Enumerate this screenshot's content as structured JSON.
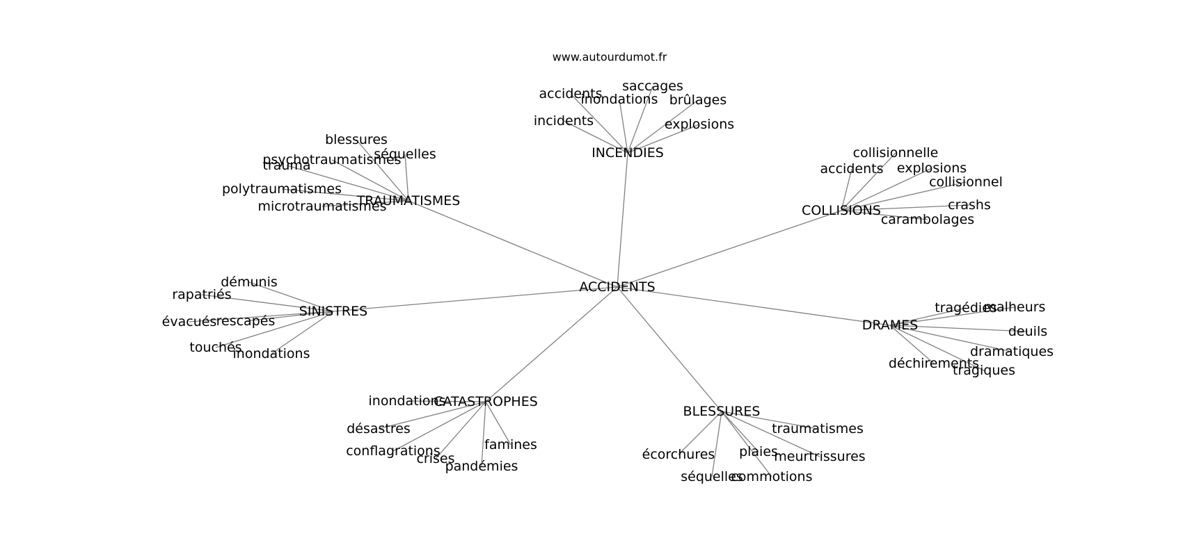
{
  "site": "www.autourdumot.fr",
  "colors": {
    "edge": "#808080",
    "text": "#000000",
    "background": "#ffffff"
  },
  "root": "ACCIDENTS",
  "clusters": [
    {
      "id": "incendies",
      "label": "INCENDIES",
      "leaves": [
        {
          "id": "accidents",
          "label": "accidents"
        },
        {
          "id": "inondations",
          "label": "inondations"
        },
        {
          "id": "saccages",
          "label": "saccages"
        },
        {
          "id": "brulages",
          "label": "brûlages"
        },
        {
          "id": "incidents",
          "label": "incidents"
        },
        {
          "id": "explosions",
          "label": "explosions"
        }
      ]
    },
    {
      "id": "traumatismes",
      "label": "TRAUMATISMES",
      "leaves": [
        {
          "id": "blessures",
          "label": "blessures"
        },
        {
          "id": "psychotraumatismes",
          "label": "psychotraumatismes"
        },
        {
          "id": "trauma",
          "label": "trauma"
        },
        {
          "id": "sequelles",
          "label": "séquelles"
        },
        {
          "id": "polytraumatismes",
          "label": "polytraumatismes"
        },
        {
          "id": "microtraumatismes",
          "label": "microtraumatismes"
        }
      ]
    },
    {
      "id": "collisions",
      "label": "COLLISIONS",
      "leaves": [
        {
          "id": "collisionnelle",
          "label": "collisionnelle"
        },
        {
          "id": "accidents",
          "label": "accidents"
        },
        {
          "id": "explosions",
          "label": "explosions"
        },
        {
          "id": "collisionnel",
          "label": "collisionnel"
        },
        {
          "id": "crashs",
          "label": "crashs"
        },
        {
          "id": "carambolages",
          "label": "carambolages"
        }
      ]
    },
    {
      "id": "sinistres",
      "label": "SINISTRES",
      "leaves": [
        {
          "id": "demunis",
          "label": "démunis"
        },
        {
          "id": "rapatries",
          "label": "rapatriés"
        },
        {
          "id": "evacues",
          "label": "évacués"
        },
        {
          "id": "rescapes",
          "label": "rescapés"
        },
        {
          "id": "touches",
          "label": "touchés"
        },
        {
          "id": "inondations",
          "label": "inondations"
        }
      ]
    },
    {
      "id": "drames",
      "label": "DRAMES",
      "leaves": [
        {
          "id": "tragedies",
          "label": "tragédies"
        },
        {
          "id": "malheurs",
          "label": "malheurs"
        },
        {
          "id": "deuils",
          "label": "deuils"
        },
        {
          "id": "dramatiques",
          "label": "dramatiques"
        },
        {
          "id": "dechirements",
          "label": "déchirements"
        },
        {
          "id": "tragiques",
          "label": "tragiques"
        }
      ]
    },
    {
      "id": "catastrophes",
      "label": "CATASTROPHES",
      "leaves": [
        {
          "id": "inondations",
          "label": "inondations"
        },
        {
          "id": "desastres",
          "label": "désastres"
        },
        {
          "id": "conflagrations",
          "label": "conflagrations"
        },
        {
          "id": "crises",
          "label": "crises"
        },
        {
          "id": "famines",
          "label": "famines"
        },
        {
          "id": "pandemies",
          "label": "pandémies"
        }
      ]
    },
    {
      "id": "blessures",
      "label": "BLESSURES",
      "leaves": [
        {
          "id": "traumatismes",
          "label": "traumatismes"
        },
        {
          "id": "ecorchures",
          "label": "écorchures"
        },
        {
          "id": "plaies",
          "label": "plaies"
        },
        {
          "id": "meurtrissures",
          "label": "meurtrissures"
        },
        {
          "id": "sequelles",
          "label": "séquelles"
        },
        {
          "id": "commotions",
          "label": "commotions"
        }
      ]
    }
  ]
}
